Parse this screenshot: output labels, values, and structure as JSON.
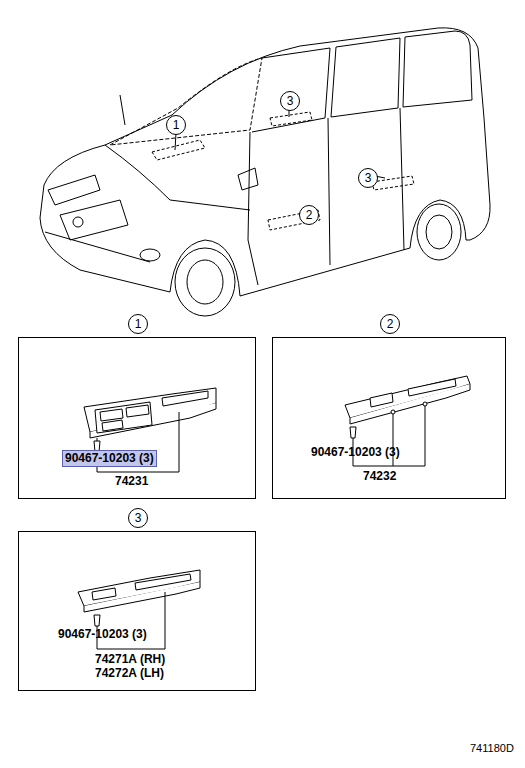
{
  "diagram": {
    "nodes": [
      {
        "text": [
          "1"
        ]
      },
      {
        "text": [
          "2"
        ]
      },
      {
        "text": [
          "3"
        ]
      },
      {
        "text": [
          "90467-10203 (3)"
        ],
        "in": 0
      }
    ],
    "labels": [
      "1",
      "3",
      "2",
      "3",
      "74231",
      "90467-10203 (3)",
      "74232",
      "90467-10203 (3)",
      "74271A (RH)",
      "74272A (LH)",
      "741180D"
    ]
  }
}
